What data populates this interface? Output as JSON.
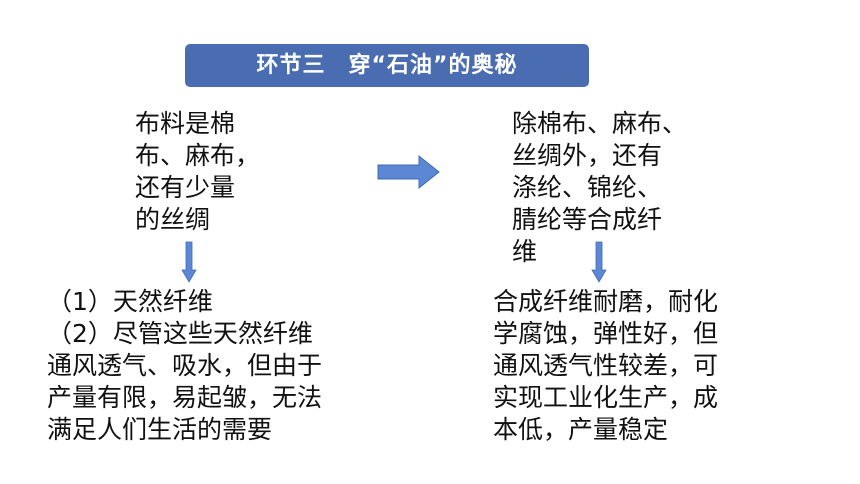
{
  "title": "环节三　穿“石油”的奥秘",
  "top_left_text": "布料是棉\n布、麻布，\n还有少量\n的丝绸",
  "top_right_text": "除棉布、麻布、\n丝绸外，还有\n涤纶、锦纶、\n腈纶等合成纤\n维",
  "bottom_left_text": "（1）天然纤维\n（2）尽管这些天然纤维\n通风透气、吸水，但由于\n产量有限，易起皱，无法\n满足人们生活的需要",
  "bottom_right_text": "合成纤维耐磨，耐化\n学腐蚀，弹性好，但\n通风透气性较差，可\n实现工业化生产，成\n本低，产量稳定",
  "colors": {
    "banner": "#4a6cb0",
    "arrow": "#5b87d4",
    "arrow_stroke": "#3f6bb5"
  }
}
